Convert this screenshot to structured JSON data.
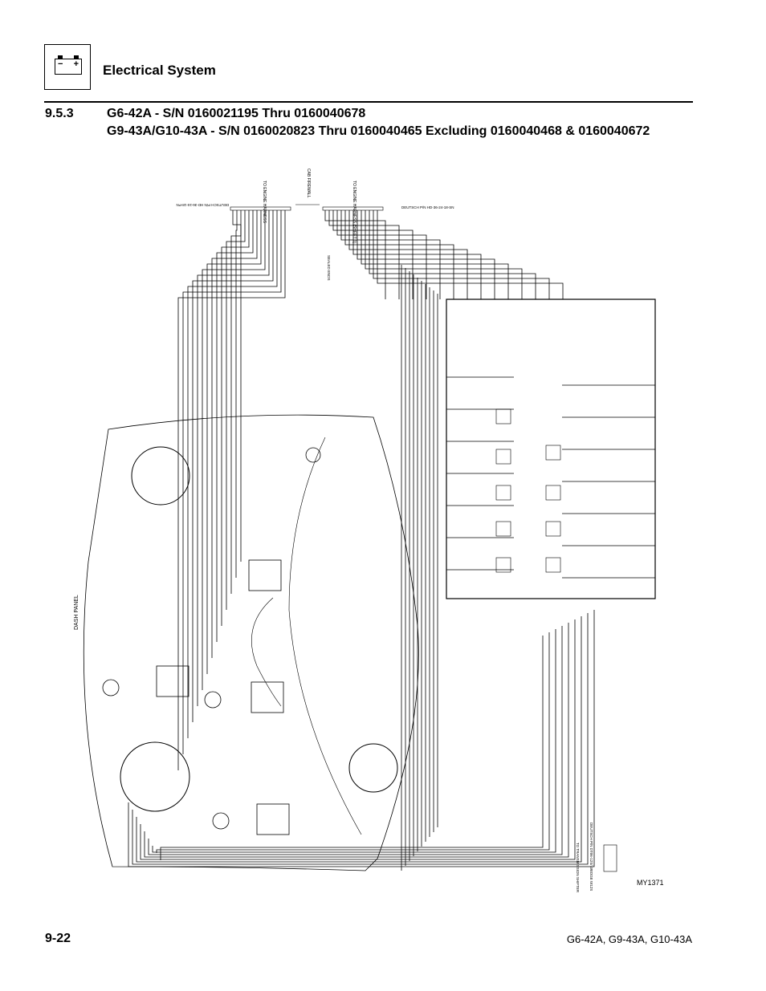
{
  "header": {
    "section_title": "Electrical System",
    "icon": "battery-icon",
    "battery_minus": "−",
    "battery_plus": "+"
  },
  "heading": {
    "number": "9.5.3",
    "line1": "G6-42A - S/N 0160021195 Thru 0160040678",
    "line2": "G9-43A/G10-43A - S/N 0160020823 Thru 0160040465 Excluding 0160040468 & 0160040672"
  },
  "diagram": {
    "dash_panel_label": "DASH PANEL",
    "firewall_label": "CAB FIREWALL",
    "harness_left_label": "TO ENGINE HARNESS",
    "harness_right_label": "TO ENGINE HARNESS (SHEET 1)",
    "connector_left": "DEUTSCH P/N HD-36-24-18-PN",
    "connector_right": "DEUTSCH P/N HD-36-24-18-SN",
    "sealed_ends": "SEALED ENDS",
    "transmission_label": "TO TRANSMISSION SHIFTER",
    "transmission_connector": "DEUTSCH P/N DT06-12S/ WEDGE W12S",
    "figure_id": "MY1371"
  },
  "footer": {
    "page_number": "9-22",
    "models": "G6-42A, G9-43A, G10-43A"
  }
}
